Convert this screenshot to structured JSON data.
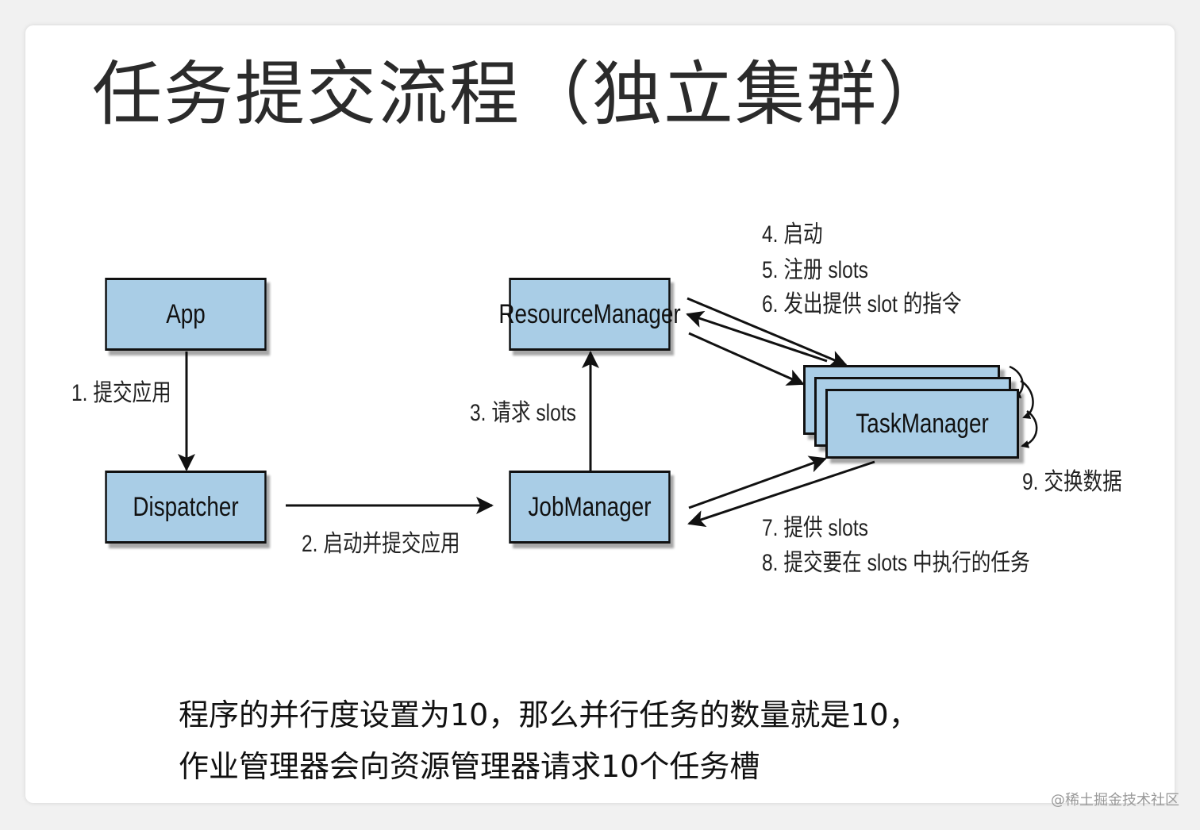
{
  "title": "任务提交流程（独立集群）",
  "nodes": {
    "app": "App",
    "dispatcher": "Dispatcher",
    "resource_manager": "ResourceManager",
    "job_manager": "JobManager",
    "task_manager": "TaskManager"
  },
  "edges": {
    "submit_app": "1. 提交应用",
    "start_submit": "2. 启动并提交应用",
    "request_slots": "3. 请求 slots",
    "rm_tm": [
      "4. 启动",
      "5. 注册 slots",
      "6. 发出提供 slot 的指令"
    ],
    "tm_jm": [
      "7. 提供 slots",
      "8. 提交要在 slots 中执行的任务"
    ],
    "exchange_data": "9. 交换数据"
  },
  "caption": [
    "程序的并行度设置为10，那么并行任务的数量就是10，",
    "作业管理器会向资源管理器请求10个任务槽"
  ],
  "watermark": "@稀土掘金技术社区",
  "colors": {
    "box_fill": "#a9cde6",
    "box_border": "#111111",
    "text": "#111111"
  }
}
